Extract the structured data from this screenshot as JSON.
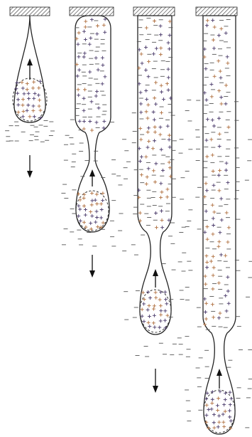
{
  "figure": {
    "panel_count": 4,
    "colors": {
      "outline": "#222222",
      "plus_dark": "#4a3a6a",
      "plus_light": "#b07040",
      "minus": "#555555",
      "hatch": "#333333"
    },
    "symbols": {
      "positive_charge": "plus-sign",
      "negative_charge": "minus-sign",
      "force_arrow": "arrow",
      "motion_arrow": "arrow-down"
    }
  }
}
